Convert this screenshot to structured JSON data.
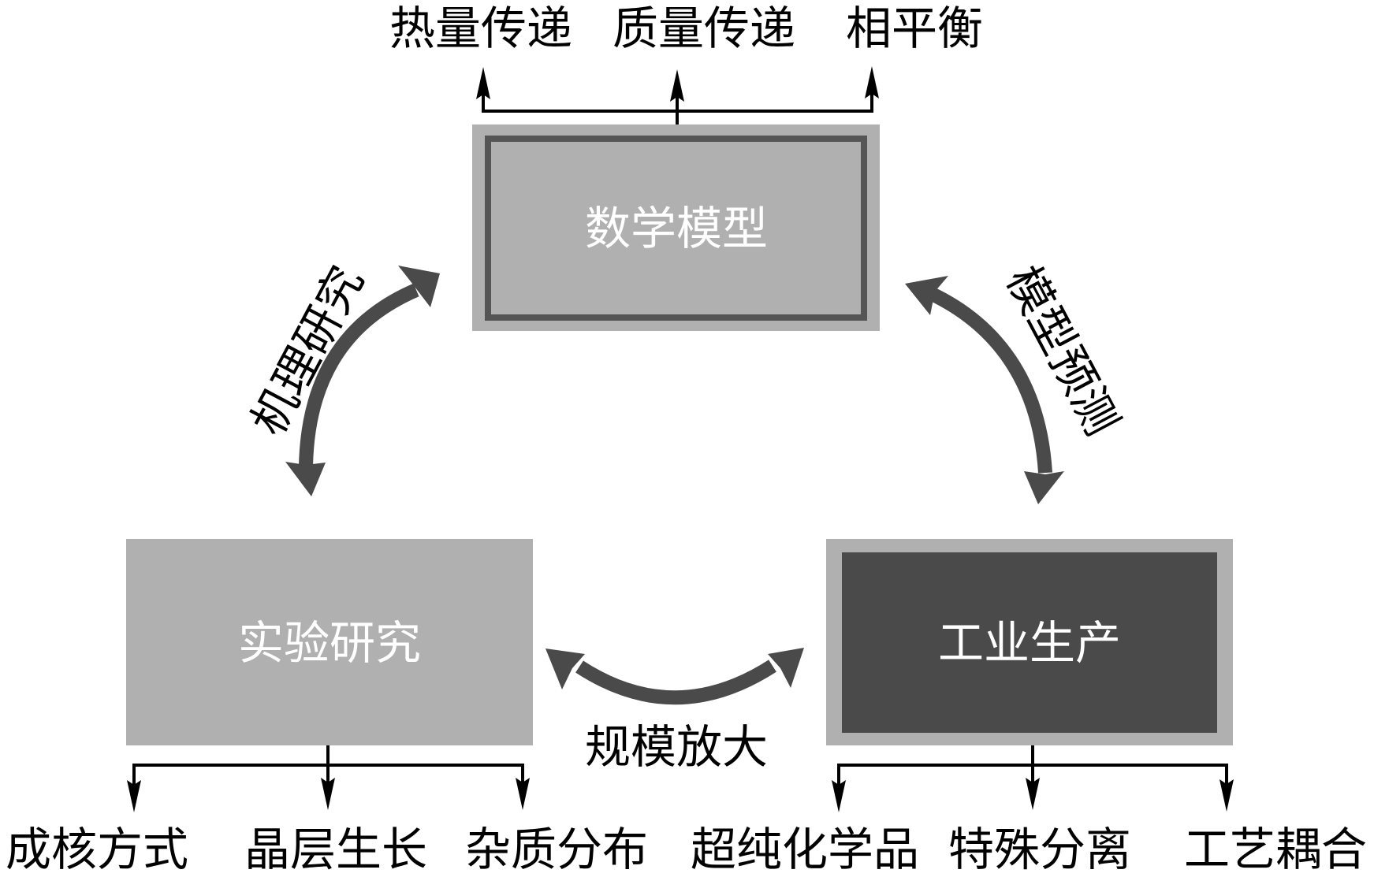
{
  "colors": {
    "box_light": "#b0b0b0",
    "box_dark": "#4a4a4a",
    "box_border": "#555555",
    "arc": "#4a4a4a",
    "line": "#000000",
    "box_text": "#ffffff",
    "label_text": "#000000"
  },
  "nodes": {
    "math_model": {
      "label": "数学模型",
      "outputs": [
        "热量传递",
        "质量传递",
        "相平衡"
      ]
    },
    "experiment": {
      "label": "实验研究",
      "outputs": [
        "成核方式",
        "晶层生长",
        "杂质分布"
      ]
    },
    "industry": {
      "label": "工业生产",
      "outputs": [
        "超纯化学品",
        "特殊分离",
        "工艺耦合"
      ]
    }
  },
  "links": {
    "mechanism": {
      "label": "机理研究",
      "from": "实验研究",
      "to": "数学模型",
      "direction": "bidirectional"
    },
    "prediction": {
      "label": "模型预测",
      "from": "数学模型",
      "to": "工业生产",
      "direction": "bidirectional"
    },
    "scale_up": {
      "label": "规模放大",
      "from": "实验研究",
      "to": "工业生产",
      "direction": "bidirectional"
    }
  }
}
